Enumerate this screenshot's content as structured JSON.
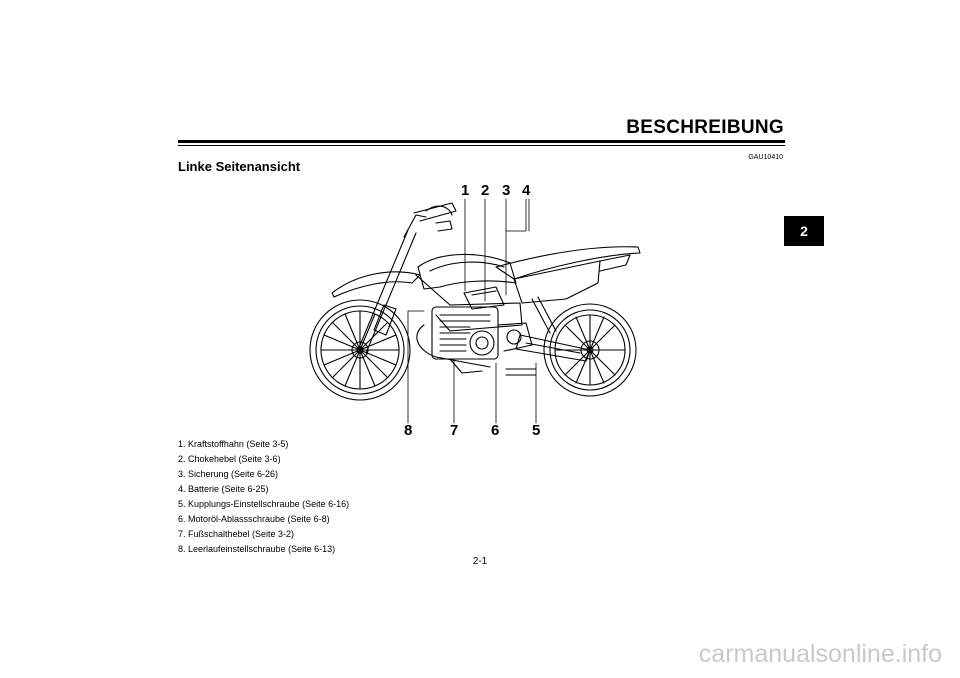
{
  "header": {
    "title": "BESCHREIBUNG",
    "code": "GAU10410"
  },
  "section": {
    "title": "Linke Seitenansicht"
  },
  "chapter_tab": {
    "label": "2"
  },
  "figure": {
    "callouts_top": [
      "1",
      "2",
      "3",
      "4"
    ],
    "callouts_bottom": [
      "8",
      "7",
      "6",
      "5"
    ]
  },
  "legend": [
    "1. Kraftstoffhahn (Seite 3-5)",
    "2. Chokehebel (Seite 3-6)",
    "3. Sicherung (Seite 6-26)",
    "4. Batterie (Seite 6-25)",
    "5. Kupplungs-Einstellschraube (Seite 6-16)",
    "6. Motoröl-Ablassschraube (Seite 6-8)",
    "7. Fußschalthebel (Seite 3-2)",
    "8. Leerlaufeinstellschraube (Seite 6-13)"
  ],
  "footer": {
    "page_number": "2-1"
  },
  "watermark": {
    "text": "carmanualsonline.info"
  }
}
